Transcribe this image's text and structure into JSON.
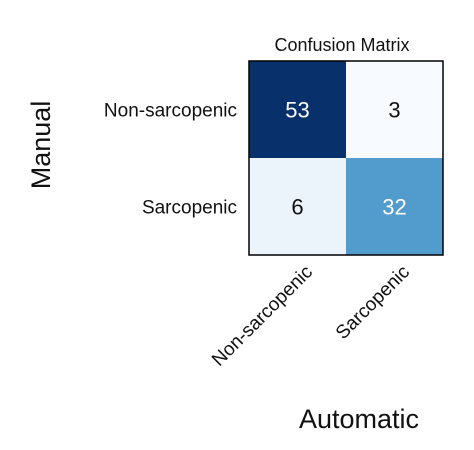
{
  "chart_data": {
    "type": "heatmap",
    "title": "Confusion Matrix",
    "xlabel": "Automatic",
    "ylabel": "Manual",
    "x_categories": [
      "Non-sarcopenic",
      "Sarcopenic"
    ],
    "y_categories": [
      "Non-sarcopenic",
      "Sarcopenic"
    ],
    "values": [
      [
        53,
        3
      ],
      [
        6,
        32
      ]
    ],
    "colormap": {
      "low": "#f7fbff",
      "high": "#08306b"
    },
    "text_colors": {
      "dark_cell": "#ffffff",
      "light_cell": "#111111"
    },
    "grid": false
  }
}
